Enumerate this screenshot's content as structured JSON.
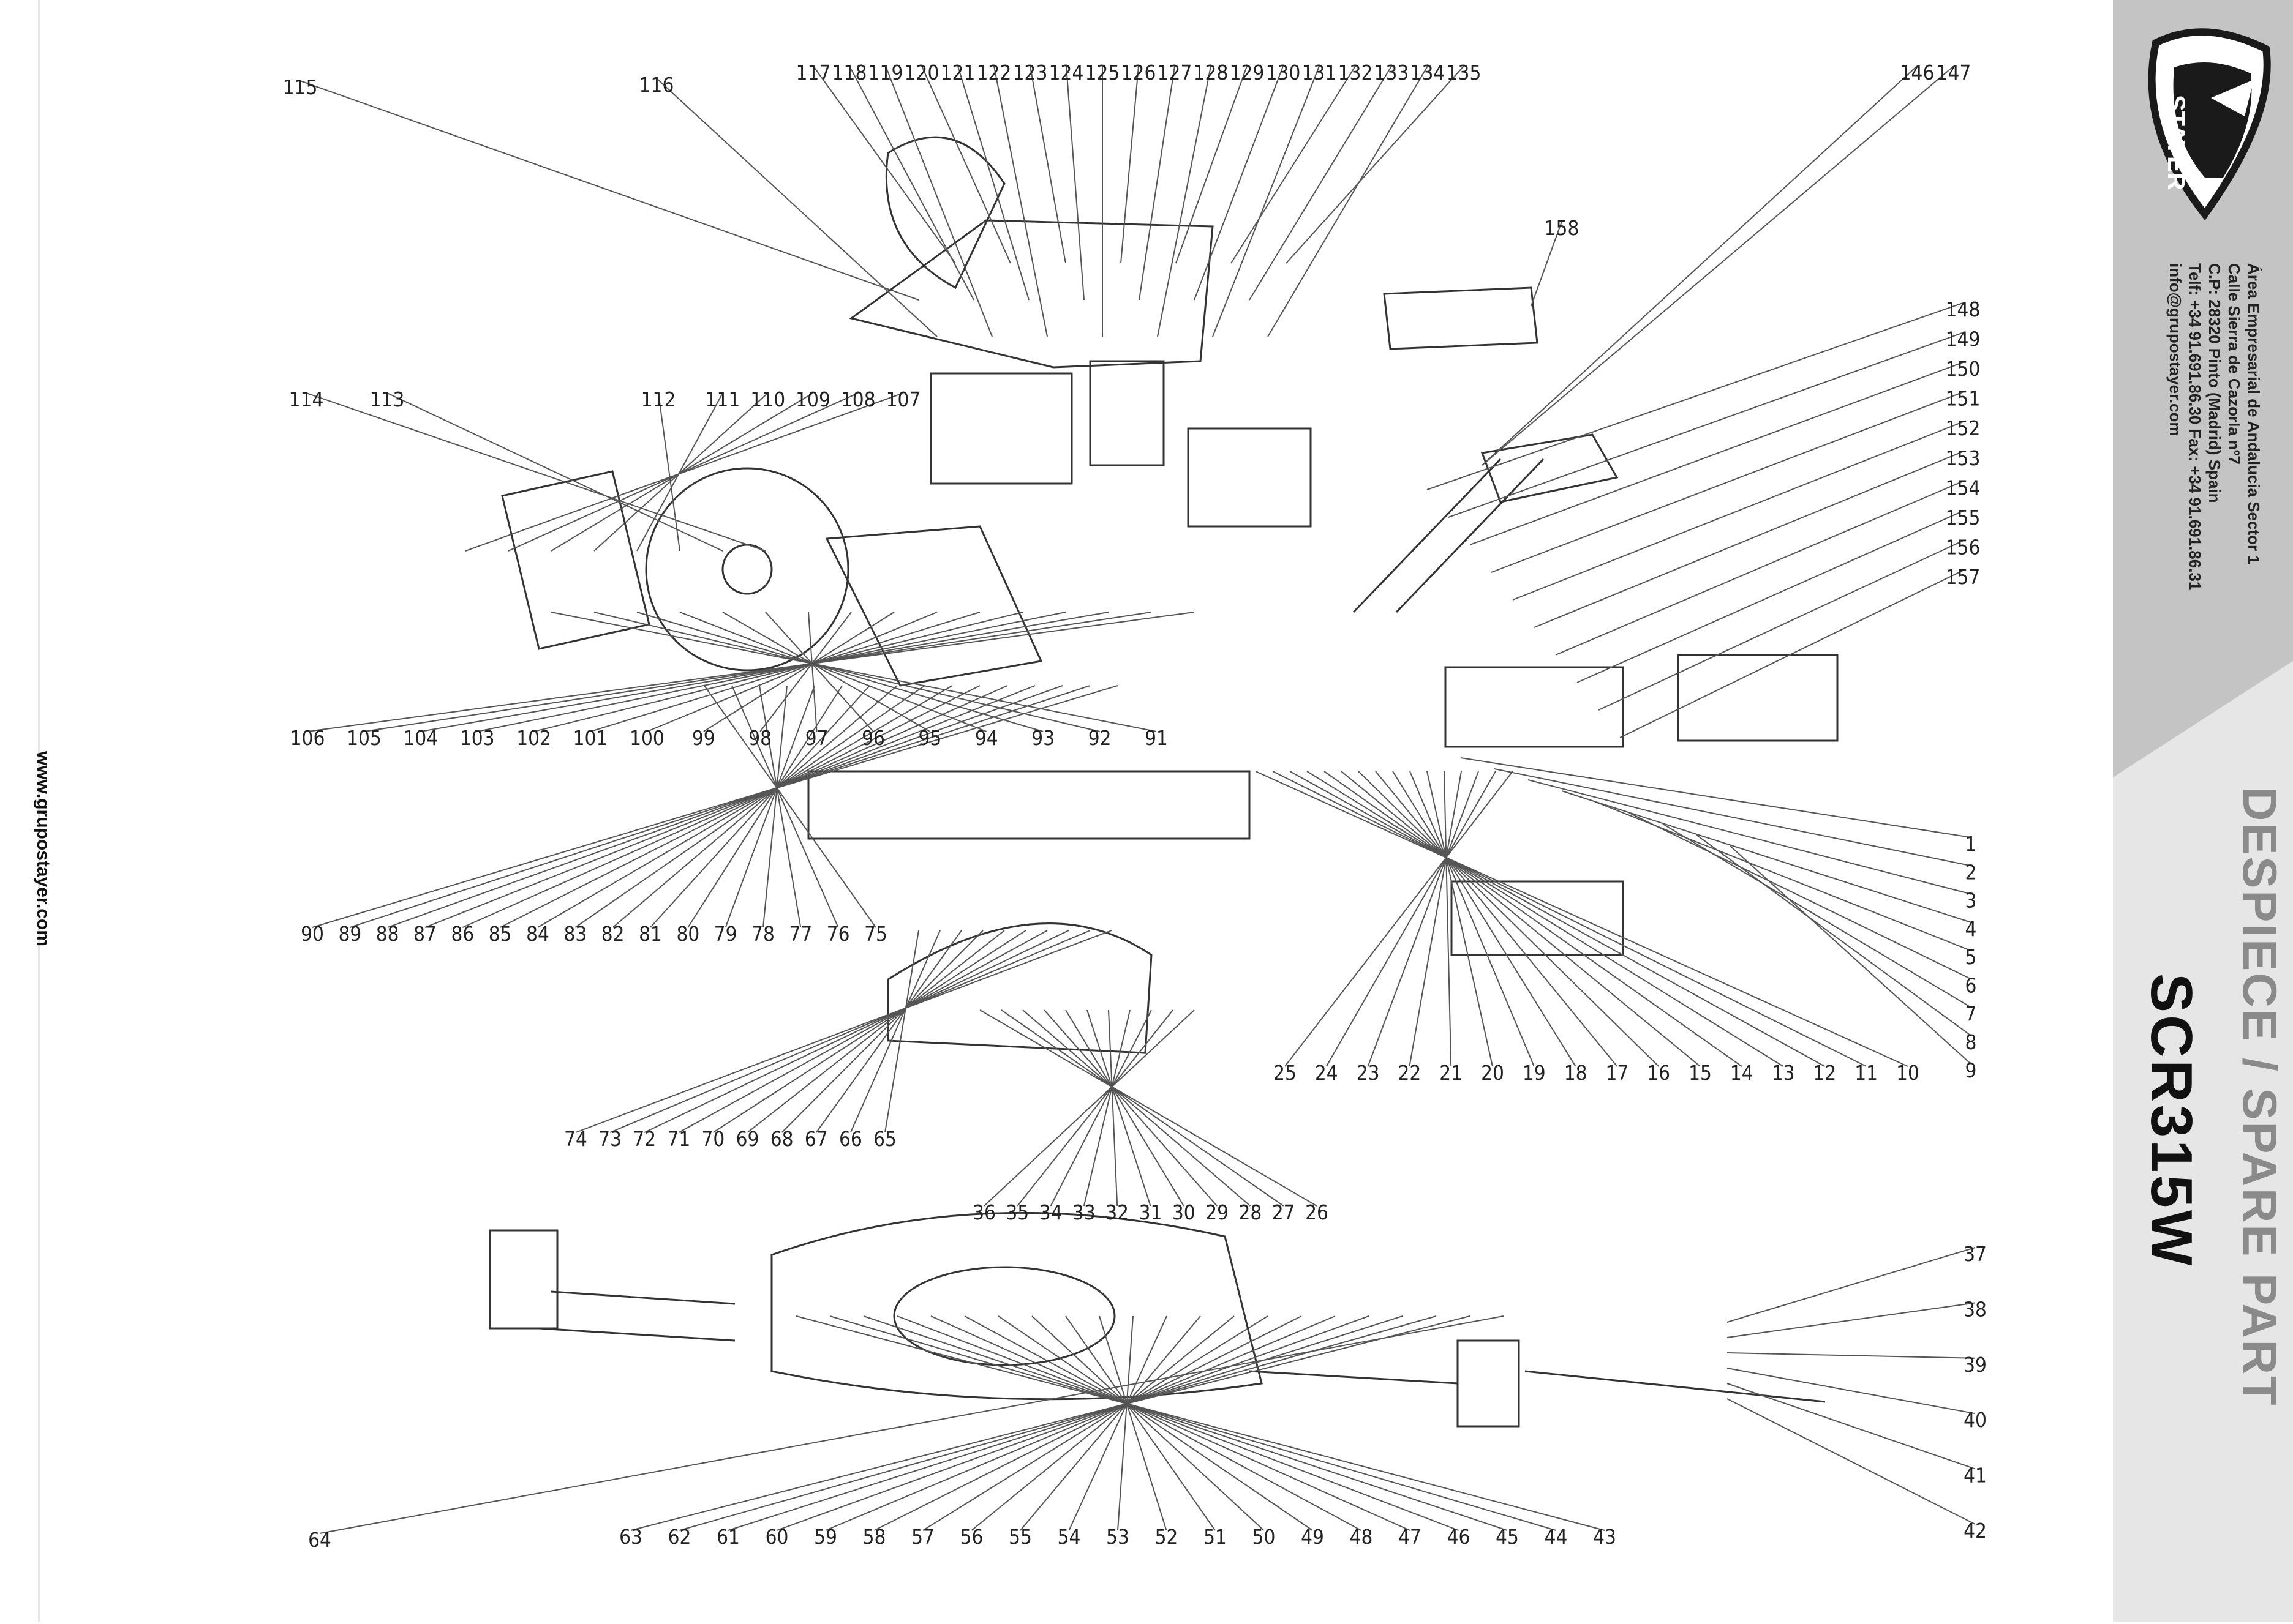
{
  "website": "www.grupostayer.com",
  "brand": {
    "name": "STAYER",
    "accent": "#bfbfbf",
    "logo_color": "#1a1a1a"
  },
  "company_address": [
    "Área Empresarial de Andalucia Sector 1",
    "Calle Sierra de Cazorla nº7",
    "C.P: 28320 Pinto (Madrid) Spain",
    "Telf: +34 91.691.86.30 Fax: +34 91.691.86.31",
    "info@grupostayer.com"
  ],
  "document_title": "DESPIECE / SPARE PART",
  "model": "SCR315W",
  "callout_labels": {
    "top_row": [
      "115",
      "116",
      "117",
      "118",
      "119",
      "120",
      "121",
      "122",
      "123",
      "124",
      "125",
      "126",
      "127",
      "128",
      "129",
      "130",
      "131",
      "132",
      "133",
      "134",
      "135",
      "146",
      "147"
    ],
    "left_group": [
      "114",
      "113",
      "112",
      "111",
      "110",
      "109",
      "108",
      "107"
    ],
    "upper_label": [
      "158"
    ],
    "right_upper_column": [
      "148",
      "149",
      "150",
      "151",
      "152",
      "153",
      "154",
      "155",
      "156",
      "157"
    ],
    "row_106_91": [
      "106",
      "105",
      "104",
      "103",
      "102",
      "101",
      "100",
      "99",
      "98",
      "97",
      "96",
      "95",
      "94",
      "93",
      "92",
      "91"
    ],
    "right_column_1_9": [
      "1",
      "2",
      "3",
      "4",
      "5",
      "6",
      "7",
      "8",
      "9"
    ],
    "row_90_75": [
      "90",
      "89",
      "88",
      "87",
      "86",
      "85",
      "84",
      "83",
      "82",
      "81",
      "80",
      "79",
      "78",
      "77",
      "76",
      "75"
    ],
    "row_25_10": [
      "25",
      "24",
      "23",
      "22",
      "21",
      "20",
      "19",
      "18",
      "17",
      "16",
      "15",
      "14",
      "13",
      "12",
      "11",
      "10"
    ],
    "row_74_65": [
      "74",
      "73",
      "72",
      "71",
      "70",
      "69",
      "68",
      "67",
      "66",
      "65"
    ],
    "row_36_26": [
      "36",
      "35",
      "34",
      "33",
      "32",
      "31",
      "30",
      "29",
      "28",
      "27",
      "26"
    ],
    "right_column_37_42": [
      "37",
      "38",
      "39",
      "40",
      "41",
      "42"
    ],
    "bottom_row": [
      "64",
      "63",
      "62",
      "61",
      "60",
      "59",
      "58",
      "57",
      "56",
      "55",
      "54",
      "53",
      "52",
      "51",
      "50",
      "49",
      "48",
      "47",
      "46",
      "45",
      "44",
      "43"
    ]
  }
}
